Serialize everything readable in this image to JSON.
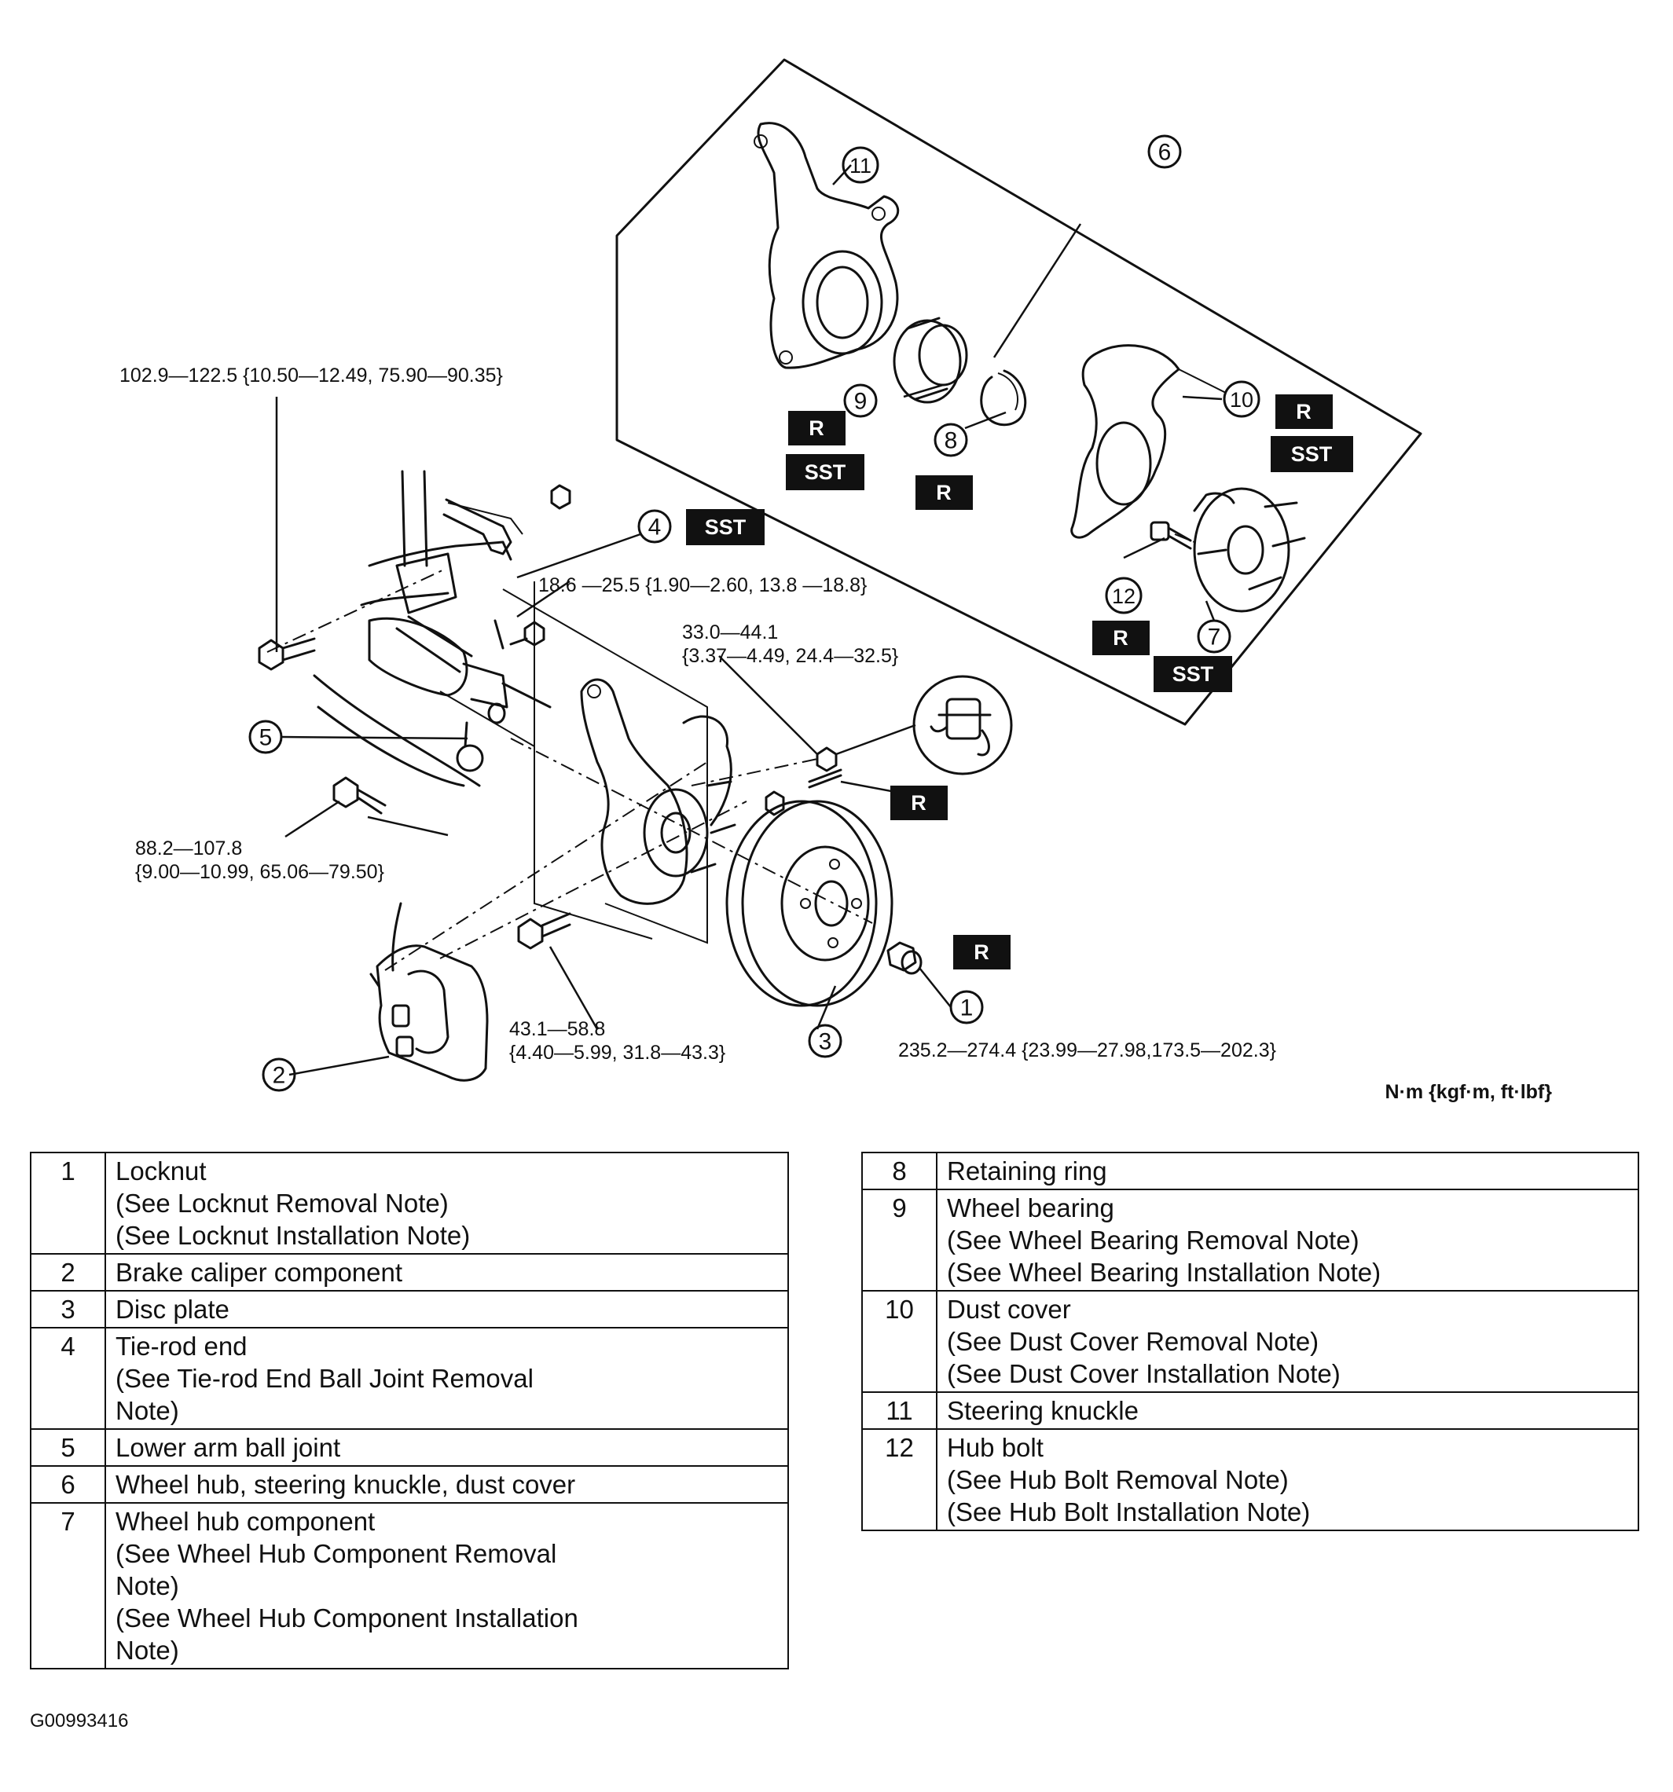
{
  "torque_specs": {
    "t1": "102.9—122.5 {10.50—12.49, 75.90—90.35}",
    "t2": "18.6 —25.5 {1.90—2.60, 13.8 —18.8}",
    "t3a": "33.0—44.1",
    "t3b": "{3.37—4.49, 24.4—32.5}",
    "t4a": "88.2—107.8",
    "t4b": "{9.00—10.99, 65.06—79.50}",
    "t5a": "43.1—58.8",
    "t5b": "{4.40—5.99, 31.8—43.3}",
    "t6": "235.2—274.4 {23.99—27.98,173.5—202.3}",
    "units": "N·m {kgf·m, ft·lbf}"
  },
  "callouts": {
    "c1": "1",
    "c2": "2",
    "c3": "3",
    "c4": "4",
    "c5": "5",
    "c6": "6",
    "c7": "7",
    "c8": "8",
    "c9": "9",
    "c10": "10",
    "c11": "11",
    "c12": "12"
  },
  "tags": {
    "replace": "R",
    "sst": "SST"
  },
  "parts_table_left": [
    {
      "num": "1",
      "lines": [
        "Locknut",
        "(See Locknut Removal Note)",
        "(See Locknut Installation Note)"
      ]
    },
    {
      "num": "2",
      "lines": [
        "Brake caliper component"
      ]
    },
    {
      "num": "3",
      "lines": [
        "Disc plate"
      ]
    },
    {
      "num": "4",
      "lines": [
        "Tie-rod end",
        "(See Tie-rod End Ball Joint Removal",
        "Note)"
      ]
    },
    {
      "num": "5",
      "lines": [
        "Lower arm ball joint"
      ]
    },
    {
      "num": "6",
      "lines": [
        "Wheel hub, steering knuckle, dust cover"
      ]
    },
    {
      "num": "7",
      "lines": [
        "Wheel hub component",
        "(See Wheel Hub Component Removal",
        "Note)",
        "(See Wheel Hub Component Installation",
        "Note)"
      ]
    }
  ],
  "parts_table_right": [
    {
      "num": "8",
      "lines": [
        "Retaining ring"
      ]
    },
    {
      "num": "9",
      "lines": [
        "Wheel bearing",
        "(See Wheel Bearing Removal Note)",
        "(See Wheel Bearing Installation Note)"
      ]
    },
    {
      "num": "10",
      "lines": [
        "Dust cover",
        "(See Dust Cover Removal Note)",
        "(See Dust Cover Installation Note)"
      ]
    },
    {
      "num": "11",
      "lines": [
        "Steering knuckle"
      ]
    },
    {
      "num": "12",
      "lines": [
        "Hub bolt",
        "(See Hub Bolt Removal Note)",
        "(See Hub Bolt Installation Note)"
      ]
    }
  ],
  "figure_id": "G00993416"
}
